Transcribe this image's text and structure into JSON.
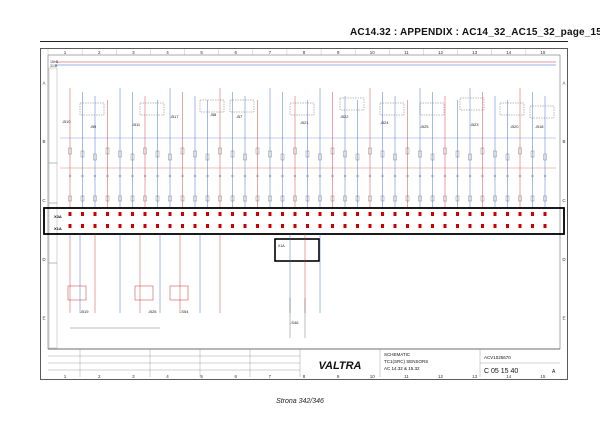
{
  "page_header": "AC14.32 : APPENDIX : AC14_32_AC15_32_page_15",
  "footer_page": "Strona 342/346",
  "frame_columns": [
    "1",
    "2",
    "3",
    "4",
    "5",
    "6",
    "7",
    "8",
    "9",
    "10",
    "11",
    "12",
    "13",
    "14",
    "15"
  ],
  "frame_rows": [
    "A",
    "B",
    "C",
    "D",
    "E"
  ],
  "title_block": {
    "brand": "VALTRA",
    "drawing_type": "SCHEMATIC",
    "drawing_name": "TC1(SRC) SENSORS",
    "models": "AC 14.32 & 15.32",
    "doc_number": "ACV1025670",
    "sheet_code": "C 05 15 40",
    "revision": "A"
  },
  "components": [
    "-B10",
    "-B9",
    "-B11",
    "-B17",
    "-B8",
    "-B7",
    "-B21",
    "-B22",
    "-B24",
    "-B25",
    "-B23",
    "-B20",
    "-B18",
    "-B19",
    "-B26",
    "-S54",
    "-S46"
  ],
  "connector_labels": [
    "X3A",
    "X1A"
  ],
  "bus_labels": [
    "15+B",
    "31-B"
  ]
}
